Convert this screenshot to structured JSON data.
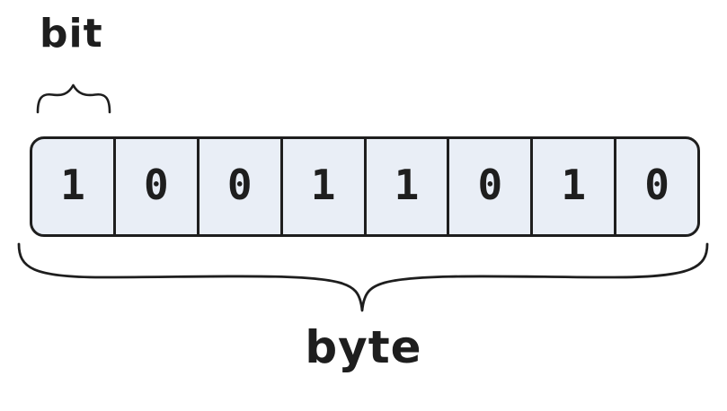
{
  "diagram": {
    "title": "bit and byte diagram",
    "bit_label": "bit",
    "byte_label": "byte",
    "bits": [
      "1",
      "0",
      "0",
      "1",
      "1",
      "0",
      "1",
      "0"
    ],
    "bit_count": 8,
    "colors": {
      "background": "#ffffff",
      "cell_fill": "#e9eef6",
      "stroke": "#1e1e1e",
      "text": "#1e1e1e"
    }
  }
}
